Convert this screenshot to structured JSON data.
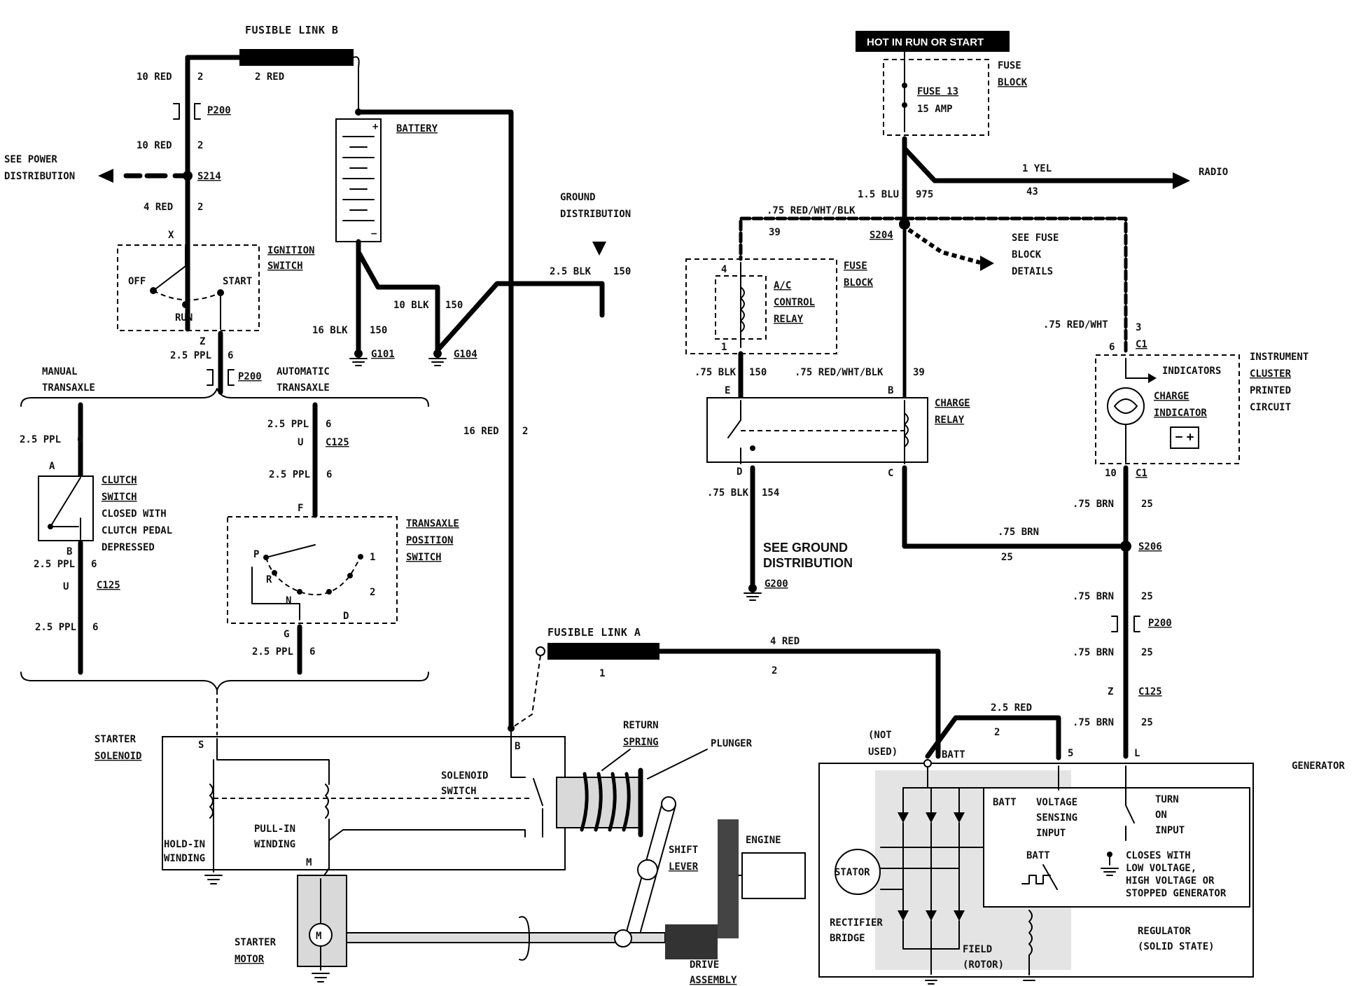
{
  "header": {
    "hot": "HOT IN RUN OR START"
  },
  "fusible_link_b": {
    "title": "FUSIBLE LINK B",
    "wire_left": "10 RED",
    "ckt_left": "2",
    "wire_right": "2 RED"
  },
  "left_column": {
    "p200": "P200",
    "w2": "10 RED",
    "c2": "2",
    "see_power": [
      "SEE POWER",
      "DISTRIBUTION"
    ],
    "s214": "S214",
    "w3": "4 RED",
    "c3": "2",
    "x": "X",
    "z": "Z",
    "w4": "2.5 PPL",
    "c4": "6",
    "p200b": "P200"
  },
  "ignition_switch": {
    "title": [
      "IGNITION",
      "SWITCH"
    ],
    "off": "OFF",
    "start": "START",
    "run": "RUN"
  },
  "battery": {
    "label": "BATTERY",
    "plus": "+",
    "minus": "−"
  },
  "battery_grounds": {
    "w1": "16 BLK",
    "c1": "150",
    "g101": "G101",
    "w2": "10 BLK",
    "c2": "150",
    "g104": "G104"
  },
  "ground_distribution": {
    "title": [
      "GROUND",
      "DISTRIBUTION"
    ],
    "wire": "2.5 BLK",
    "ckt": "150"
  },
  "starter_feed": {
    "wire": "16 RED",
    "ckt": "2"
  },
  "transaxle": {
    "manual": [
      "MANUAL",
      "TRANSAXLE"
    ],
    "automatic": [
      "AUTOMATIC",
      "TRANSAXLE"
    ],
    "m_w1": "2.5 PPL",
    "m_c1": "6",
    "a": "A",
    "b": "B",
    "clutch": [
      "CLUTCH",
      "SWITCH",
      "CLOSED WITH",
      "CLUTCH PEDAL",
      "DEPRESSED"
    ],
    "m_w2": "2.5 PPL",
    "m_c2": "6",
    "u": "U",
    "c125": "C125",
    "m_w3": "2.5 PPL",
    "m_c3": "6",
    "a_w1": "2.5 PPL",
    "a_c1": "6",
    "a_u": "U",
    "a_c125": "C125",
    "a_w2": "2.5 PPL",
    "a_c2": "6",
    "f": "F",
    "tps": [
      "TRANSAXLE",
      "POSITION",
      "SWITCH"
    ],
    "p": "P",
    "r": "R",
    "n": "N",
    "d": "D",
    "one": "1",
    "two": "2",
    "g": "G",
    "a_w3": "2.5 PPL",
    "a_c3": "6"
  },
  "fusible_link_a": {
    "title": "FUSIBLE LINK A",
    "ckt": "1",
    "wire": "4 RED",
    "ckt2": "2"
  },
  "starter": {
    "solenoid": [
      "STARTER",
      "SOLENOID"
    ],
    "s": "S",
    "b": "B",
    "solenoid_switch": [
      "SOLENOID",
      "SWITCH"
    ],
    "pull_in": [
      "PULL-IN",
      "WINDING"
    ],
    "hold_in": [
      "HOLD-IN",
      "WINDING"
    ],
    "m": "M",
    "return_spring": [
      "RETURN",
      "SPRING"
    ],
    "plunger": "PLUNGER",
    "shift_lever": [
      "SHIFT",
      "LEVER"
    ],
    "engine": "ENGINE",
    "motor": [
      "STARTER",
      "MOTOR"
    ],
    "motor_m": "M",
    "drive": [
      "DRIVE",
      "ASSEMBLY"
    ]
  },
  "fuse_block_top": {
    "title": [
      "FUSE",
      "BLOCK"
    ],
    "fuse": "FUSE 13",
    "amp": "15 AMP"
  },
  "radio": {
    "wire": "1 YEL",
    "ckt": "43",
    "label": "RADIO"
  },
  "s204": {
    "w_blu": "1.5 BLU",
    "c_blu": "975",
    "w1": ".75 RED/WHT/BLK",
    "c1": "39",
    "label": "S204",
    "see_fuse": [
      "SEE FUSE",
      "BLOCK",
      "DETAILS"
    ]
  },
  "ac_relay": {
    "fuse_block": [
      "FUSE",
      "BLOCK"
    ],
    "four": "4",
    "one": "1",
    "name": [
      "A/C",
      "CONTROL",
      "RELAY"
    ],
    "w_blk": ".75 BLK",
    "c_blk": "150",
    "w_rwb": ".75 RED/WHT/BLK",
    "c_rwb": "39"
  },
  "charge_relay": {
    "name": [
      "CHARGE",
      "RELAY"
    ],
    "e": "E",
    "b": "B",
    "d": "D",
    "c": "C",
    "w_blk": ".75 BLK",
    "c_blk": "154",
    "see_ground": [
      "SEE GROUND",
      "DISTRIBUTION"
    ],
    "g200": "G200"
  },
  "cluster": {
    "w_rw": ".75 RED/WHT",
    "three": "3",
    "six": "6",
    "c1": "C1",
    "indicators": "INDICATORS",
    "charge": [
      "CHARGE",
      "INDICATOR"
    ],
    "title": [
      "INSTRUMENT",
      "CLUSTER",
      "PRINTED",
      "CIRCUIT"
    ],
    "ten": "10",
    "c1b": "C1"
  },
  "brn": {
    "w1": ".75 BRN",
    "c1": "25",
    "w_h": ".75 BRN",
    "c_h": "25",
    "s206": "S206",
    "w2": ".75 BRN",
    "c2": "25",
    "p200": "P200",
    "w3": ".75 BRN",
    "c3": "25",
    "z": "Z",
    "c125": "C125",
    "w4": ".75 BRN",
    "c4": "25"
  },
  "generator": {
    "title": "GENERATOR",
    "not_used": [
      "(NOT",
      "USED)"
    ],
    "batt": "BATT",
    "five": "5",
    "l": "L",
    "w_red": "2.5 RED",
    "c_red": "2",
    "batt2": "BATT",
    "vsi": [
      "VOLTAGE",
      "SENSING",
      "INPUT"
    ],
    "turn_on": [
      "TURN",
      "ON",
      "INPUT"
    ],
    "batt3": "BATT",
    "closes": [
      "CLOSES WITH",
      "LOW VOLTAGE,",
      "HIGH VOLTAGE OR",
      "STOPPED GENERATOR"
    ],
    "stator": "STATOR",
    "rectifier": [
      "RECTIFIER",
      "BRIDGE"
    ],
    "field": [
      "FIELD",
      "(ROTOR)"
    ],
    "regulator": [
      "REGULATOR",
      "(SOLID STATE)"
    ]
  }
}
